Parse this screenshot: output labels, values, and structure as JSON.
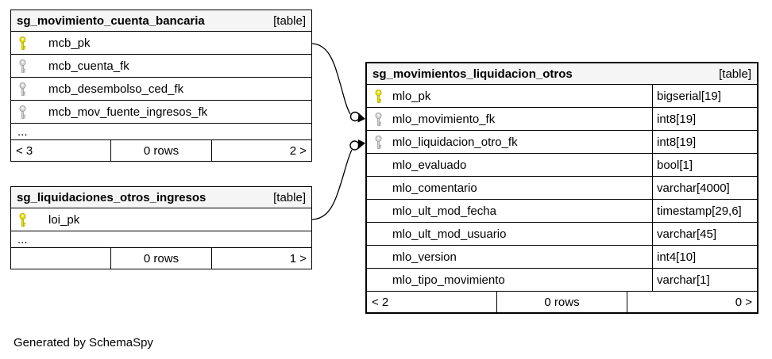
{
  "note": "Generated by SchemaSpy",
  "colors": {
    "header_bg": "#f5f5f5",
    "border": "#000000",
    "pk_key_fill": "#e6e000",
    "pk_key_stroke": "#b0a800",
    "fk_key_fill": "#d4d4d4",
    "fk_key_stroke": "#9a9a9a"
  },
  "tables": [
    {
      "title": "sg_movimiento_cuenta_bancaria",
      "badge": "[table]",
      "columns": [
        {
          "name": "mcb_pk",
          "key": "pk"
        },
        {
          "name": "mcb_cuenta_fk",
          "key": "fk"
        },
        {
          "name": "mcb_desembolso_ced_fk",
          "key": "fk"
        },
        {
          "name": "mcb_mov_fuente_ingresos_fk",
          "key": "fk"
        }
      ],
      "ellipsis": "...",
      "footer": {
        "left": "< 3",
        "center": "0 rows",
        "right": "2 >"
      }
    },
    {
      "title": "sg_liquidaciones_otros_ingresos",
      "badge": "[table]",
      "columns": [
        {
          "name": "loi_pk",
          "key": "pk"
        }
      ],
      "ellipsis": "...",
      "footer": {
        "left": "",
        "center": "0 rows",
        "right": "1 >"
      }
    },
    {
      "title": "sg_movimientos_liquidacion_otros",
      "badge": "[table]",
      "columns": [
        {
          "name": "mlo_pk",
          "key": "pk",
          "type": "bigserial[19]"
        },
        {
          "name": "mlo_movimiento_fk",
          "key": "fk",
          "type": "int8[19]"
        },
        {
          "name": "mlo_liquidacion_otro_fk",
          "key": "fk",
          "type": "int8[19]"
        },
        {
          "name": "mlo_evaluado",
          "key": null,
          "type": "bool[1]"
        },
        {
          "name": "mlo_comentario",
          "key": null,
          "type": "varchar[4000]"
        },
        {
          "name": "mlo_ult_mod_fecha",
          "key": null,
          "type": "timestamp[29,6]"
        },
        {
          "name": "mlo_ult_mod_usuario",
          "key": null,
          "type": "varchar[45]"
        },
        {
          "name": "mlo_version",
          "key": null,
          "type": "int4[10]"
        },
        {
          "name": "mlo_tipo_movimiento",
          "key": null,
          "type": "varchar[1]"
        }
      ],
      "footer": {
        "left": "< 2",
        "center": "0 rows",
        "right": "0 >"
      }
    }
  ],
  "relationships": [
    {
      "from": "sg_movimiento_cuenta_bancaria.mcb_pk",
      "to": "sg_movimientos_liquidacion_otros.mlo_movimiento_fk"
    },
    {
      "from": "sg_liquidaciones_otros_ingresos.loi_pk",
      "to": "sg_movimientos_liquidacion_otros.mlo_liquidacion_otro_fk"
    }
  ]
}
